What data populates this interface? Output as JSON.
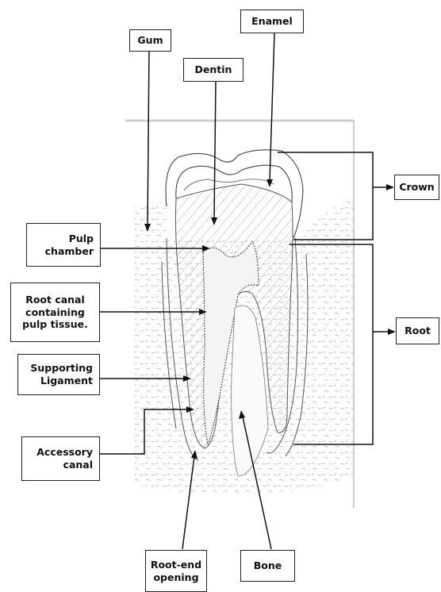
{
  "labels": {
    "gum": "Gum",
    "enamel": "Enamel",
    "dentin": "Dentin",
    "crown": "Crown",
    "pulp_chamber": "Pulp\nchamber",
    "root_canal": "Root canal\ncontaining\npulp tissue.",
    "root": "Root",
    "supporting_ligament": "Supporting\nLigament",
    "accessory_canal": "Accessory\ncanal",
    "root_end_opening": "Root-end\nopening",
    "bone": "Bone"
  },
  "colors": {
    "line": "#111111",
    "sketch": "#555555",
    "hatch": "#9a9a9a"
  }
}
